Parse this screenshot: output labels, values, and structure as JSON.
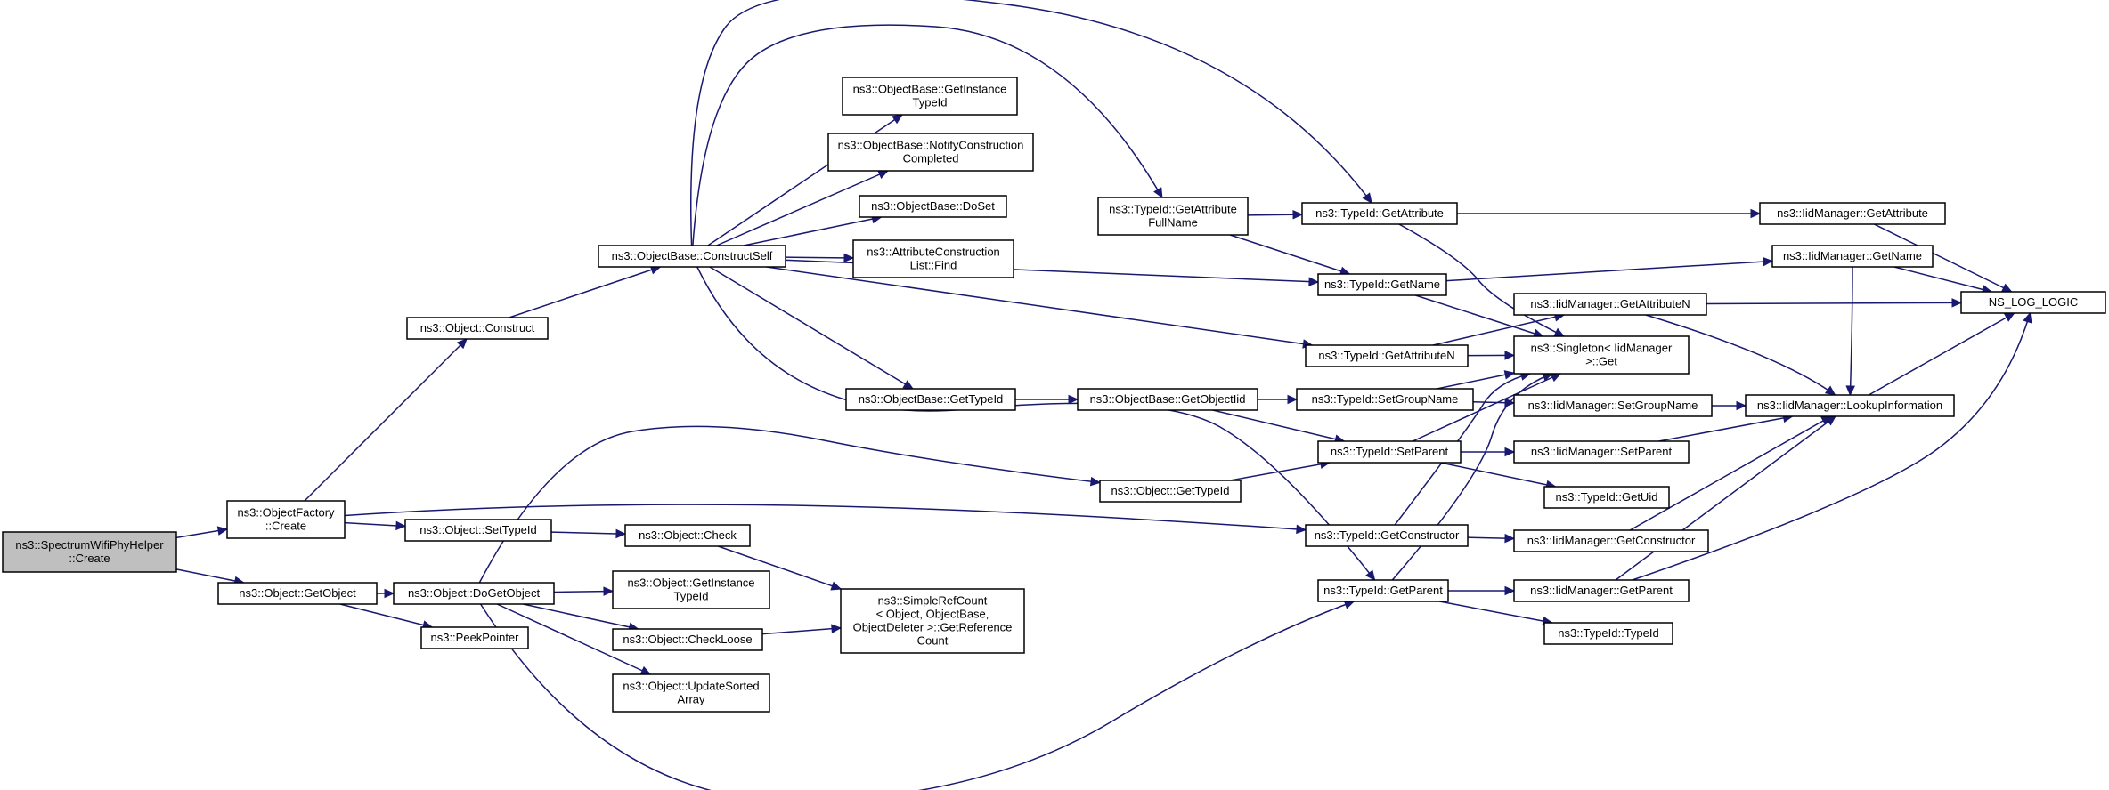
{
  "colors": {
    "node_fill": "#ffffff",
    "root_fill": "#bfbfbf",
    "border": "#000000",
    "edge": "#191970"
  },
  "nodes": [
    {
      "id": "root",
      "lines": [
        "ns3::SpectrumWifiPhyHelper",
        "::Create"
      ],
      "root": true
    },
    {
      "id": "factory_create",
      "lines": [
        "ns3::ObjectFactory",
        "::Create"
      ]
    },
    {
      "id": "object_construct",
      "lines": [
        "ns3::Object::Construct"
      ]
    },
    {
      "id": "construct_self",
      "lines": [
        "ns3::ObjectBase::ConstructSelf"
      ]
    },
    {
      "id": "get_instance_typeid_ob",
      "lines": [
        "ns3::ObjectBase::GetInstance",
        "TypeId"
      ]
    },
    {
      "id": "notify_construction",
      "lines": [
        "ns3::ObjectBase::NotifyConstruction",
        "Completed"
      ]
    },
    {
      "id": "doset",
      "lines": [
        "ns3::ObjectBase::DoSet"
      ]
    },
    {
      "id": "attr_list_find",
      "lines": [
        "ns3::AttributeConstruction",
        "List::Find"
      ]
    },
    {
      "id": "ob_get_typeid",
      "lines": [
        "ns3::ObjectBase::GetTypeId"
      ]
    },
    {
      "id": "ob_get_object_iid",
      "lines": [
        "ns3::ObjectBase::GetObjectIid"
      ]
    },
    {
      "id": "obj_get_typeid",
      "lines": [
        "ns3::Object::GetTypeId"
      ]
    },
    {
      "id": "obj_set_typeid",
      "lines": [
        "ns3::Object::SetTypeId"
      ]
    },
    {
      "id": "obj_check",
      "lines": [
        "ns3::Object::Check"
      ]
    },
    {
      "id": "get_object",
      "lines": [
        "ns3::Object::GetObject"
      ]
    },
    {
      "id": "do_get_object",
      "lines": [
        "ns3::Object::DoGetObject"
      ]
    },
    {
      "id": "peek_pointer",
      "lines": [
        "ns3::PeekPointer"
      ]
    },
    {
      "id": "obj_get_instance_typeid",
      "lines": [
        "ns3::Object::GetInstance",
        "TypeId"
      ]
    },
    {
      "id": "check_loose",
      "lines": [
        "ns3::Object::CheckLoose"
      ]
    },
    {
      "id": "update_sorted",
      "lines": [
        "ns3::Object::UpdateSorted",
        "Array"
      ]
    },
    {
      "id": "simple_ref_count",
      "lines": [
        "ns3::SimpleRefCount",
        "< Object, ObjectBase,",
        "ObjectDeleter >::GetReference",
        "Count"
      ]
    },
    {
      "id": "tid_get_attr_fullname",
      "lines": [
        "ns3::TypeId::GetAttribute",
        "FullName"
      ]
    },
    {
      "id": "tid_get_attribute",
      "lines": [
        "ns3::TypeId::GetAttribute"
      ]
    },
    {
      "id": "tid_get_name",
      "lines": [
        "ns3::TypeId::GetName"
      ]
    },
    {
      "id": "tid_get_attribute_n",
      "lines": [
        "ns3::TypeId::GetAttributeN"
      ]
    },
    {
      "id": "tid_set_group_name",
      "lines": [
        "ns3::TypeId::SetGroupName"
      ]
    },
    {
      "id": "tid_set_parent",
      "lines": [
        "ns3::TypeId::SetParent"
      ]
    },
    {
      "id": "tid_get_constructor",
      "lines": [
        "ns3::TypeId::GetConstructor"
      ]
    },
    {
      "id": "tid_get_parent",
      "lines": [
        "ns3::TypeId::GetParent"
      ]
    },
    {
      "id": "singleton_get",
      "lines": [
        "ns3::Singleton< IidManager",
        "&gt;::Get"
      ]
    },
    {
      "id": "iid_get_attribute",
      "lines": [
        "ns3::IidManager::GetAttribute"
      ]
    },
    {
      "id": "iid_get_name",
      "lines": [
        "ns3::IidManager::GetName"
      ]
    },
    {
      "id": "iid_get_attribute_n",
      "lines": [
        "ns3::IidManager::GetAttributeN"
      ]
    },
    {
      "id": "iid_set_group_name",
      "lines": [
        "ns3::IidManager::SetGroupName"
      ]
    },
    {
      "id": "iid_set_parent",
      "lines": [
        "ns3::IidManager::SetParent"
      ]
    },
    {
      "id": "tid_get_uid",
      "lines": [
        "ns3::TypeId::GetUid"
      ]
    },
    {
      "id": "iid_get_constructor",
      "lines": [
        "ns3::IidManager::GetConstructor"
      ]
    },
    {
      "id": "iid_get_parent",
      "lines": [
        "ns3::IidManager::GetParent"
      ]
    },
    {
      "id": "tid_typeid",
      "lines": [
        "ns3::TypeId::TypeId"
      ]
    },
    {
      "id": "iid_lookup",
      "lines": [
        "ns3::IidManager::LookupInformation"
      ]
    },
    {
      "id": "ns_log_logic",
      "lines": [
        "NS_LOG_LOGIC"
      ]
    }
  ]
}
